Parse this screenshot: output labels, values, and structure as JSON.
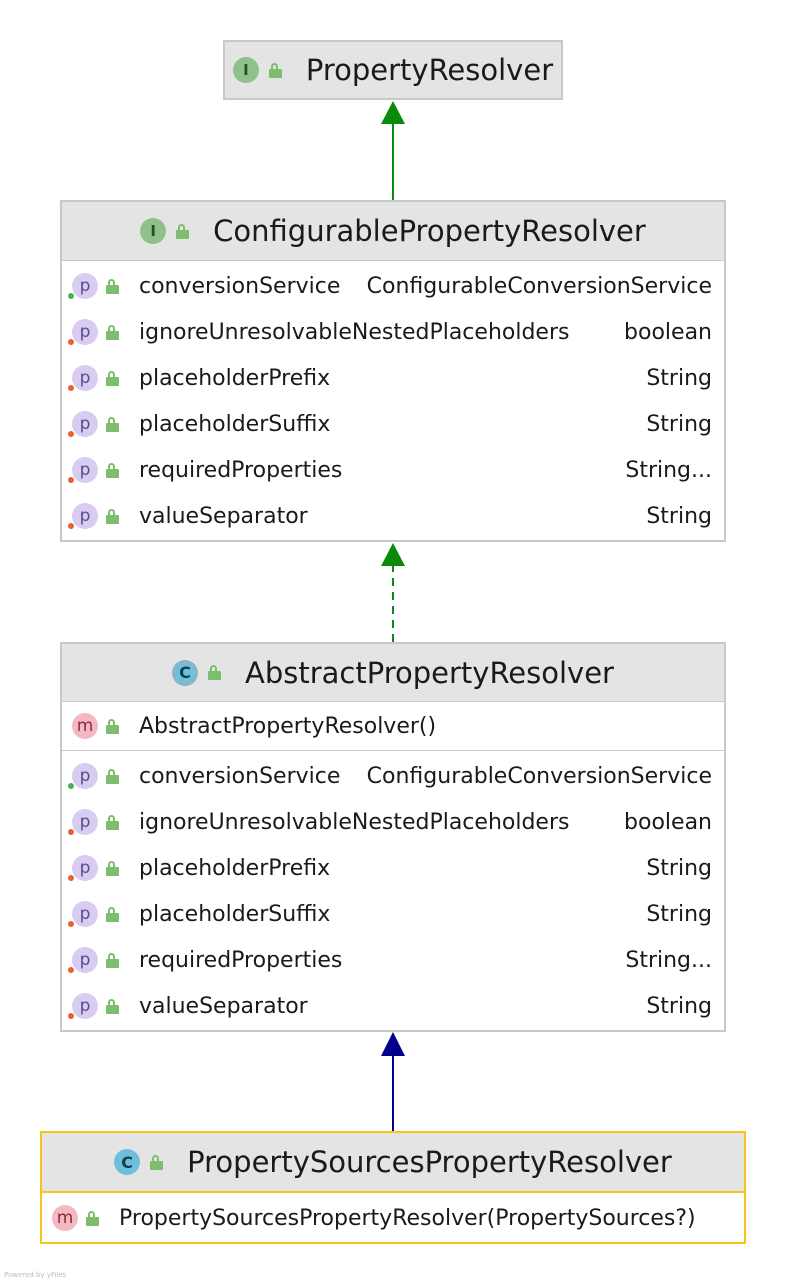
{
  "nodes": {
    "property_resolver": {
      "title": "PropertyResolver",
      "kind": "I"
    },
    "configurable_property_resolver": {
      "title": "ConfigurablePropertyResolver",
      "kind": "I",
      "properties": [
        {
          "name": "conversionService",
          "type": "ConfigurableConversionService",
          "icon": "p"
        },
        {
          "name": "ignoreUnresolvableNestedPlaceholders",
          "type": "boolean",
          "icon": "p"
        },
        {
          "name": "placeholderPrefix",
          "type": "String",
          "icon": "p"
        },
        {
          "name": "placeholderSuffix",
          "type": "String",
          "icon": "p"
        },
        {
          "name": "requiredProperties",
          "type": "String...",
          "icon": "p"
        },
        {
          "name": "valueSeparator",
          "type": "String",
          "icon": "p"
        }
      ]
    },
    "abstract_property_resolver": {
      "title": "AbstractPropertyResolver",
      "kind": "C",
      "methods": [
        {
          "name": "AbstractPropertyResolver()",
          "icon": "m"
        }
      ],
      "properties": [
        {
          "name": "conversionService",
          "type": "ConfigurableConversionService",
          "icon": "p"
        },
        {
          "name": "ignoreUnresolvableNestedPlaceholders",
          "type": "boolean",
          "icon": "p"
        },
        {
          "name": "placeholderPrefix",
          "type": "String",
          "icon": "p"
        },
        {
          "name": "placeholderSuffix",
          "type": "String",
          "icon": "p"
        },
        {
          "name": "requiredProperties",
          "type": "String...",
          "icon": "p"
        },
        {
          "name": "valueSeparator",
          "type": "String",
          "icon": "p"
        }
      ]
    },
    "property_sources_property_resolver": {
      "title": "PropertySourcesPropertyResolver",
      "kind": "C",
      "methods": [
        {
          "name": "PropertySourcesPropertyResolver(PropertySources?)",
          "icon": "m"
        }
      ]
    }
  },
  "colors": {
    "extends_interface": "#0a8a0a",
    "implements": "#0a8a0a",
    "extends_class": "#00008b",
    "selected_border": "#f5c518"
  },
  "footer": "Powered by yFiles"
}
